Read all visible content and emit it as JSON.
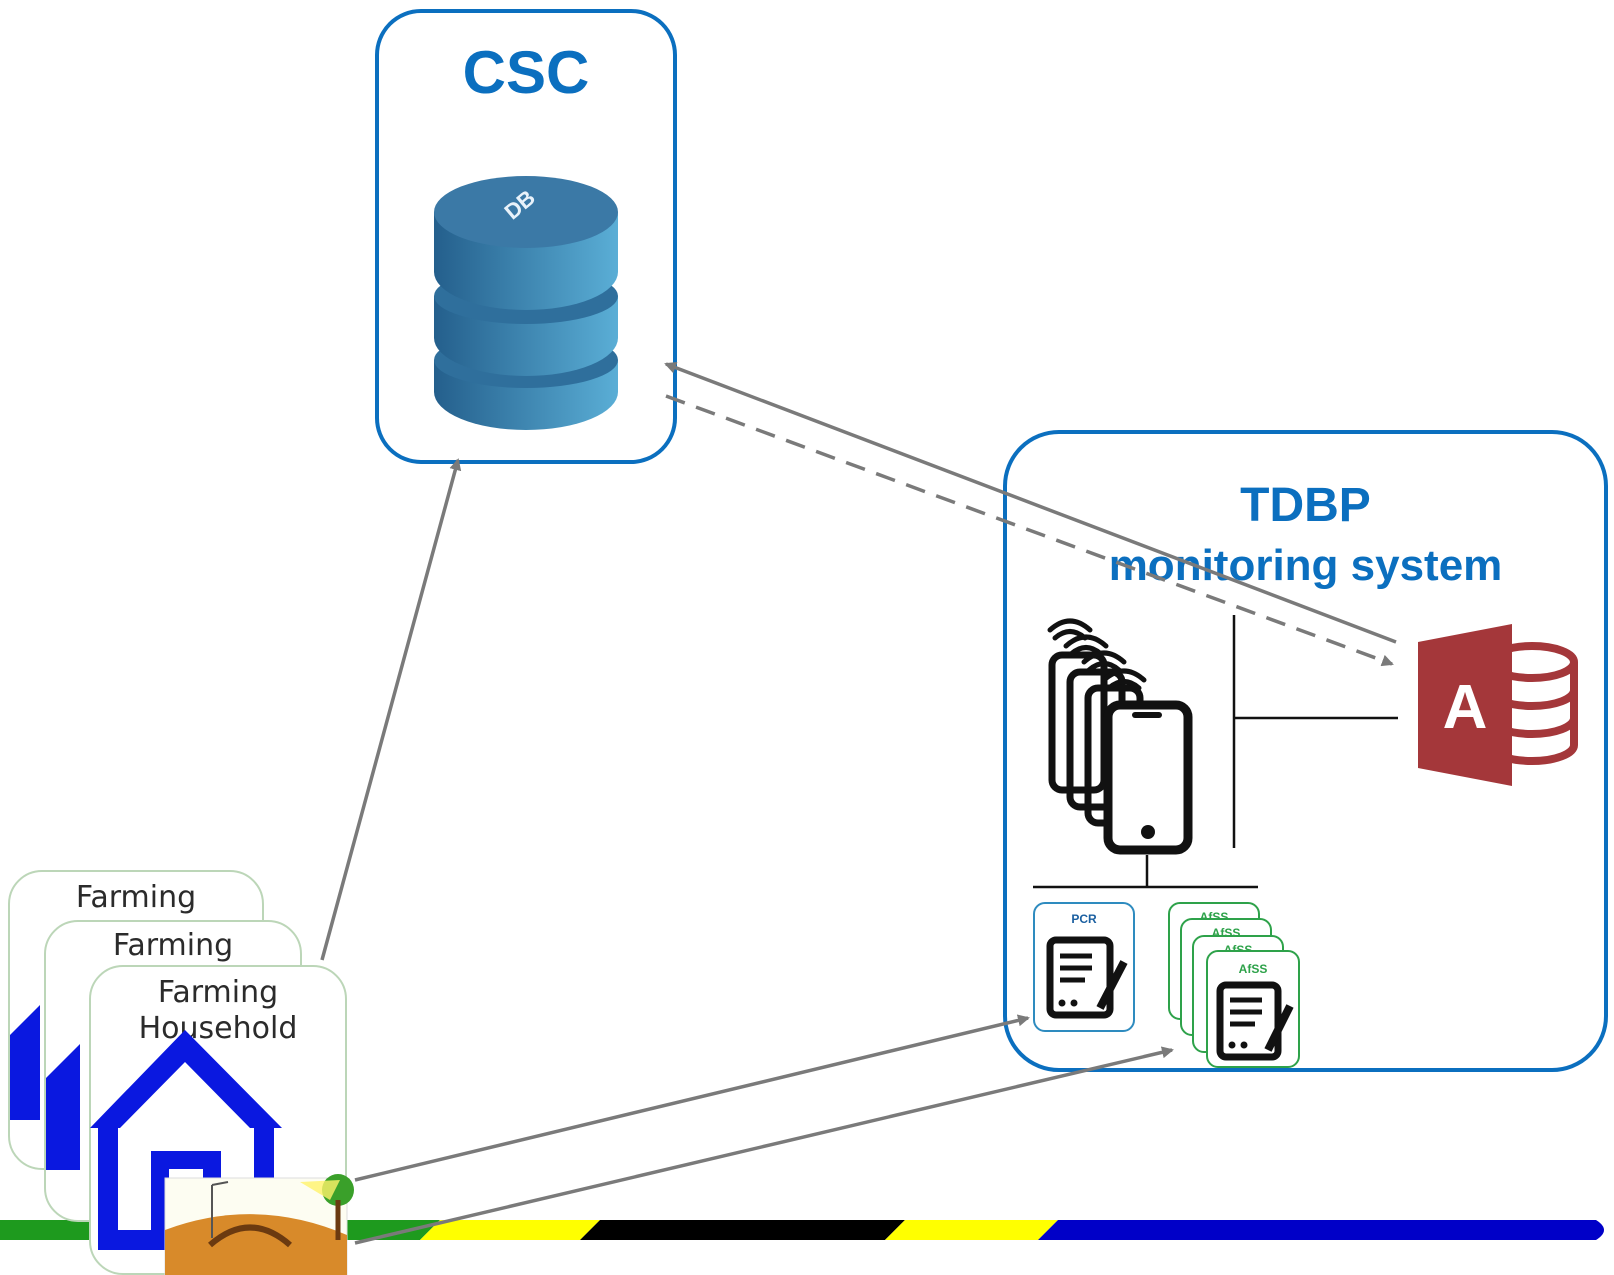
{
  "csc": {
    "title": "CSC",
    "db_label": "DB"
  },
  "tdbp": {
    "title": "TDBP",
    "subtitle": "monitoring system",
    "access_letter": "A"
  },
  "forms": {
    "pcr_tag": "PCR",
    "afss_tag": "AfSS"
  },
  "household": {
    "card_back1": "Farming",
    "card_back2": "Farming",
    "front_line1": "Farming",
    "front_line2": "Household"
  },
  "colors": {
    "box_border": "#0B6FBF",
    "title": "#0B6FBF",
    "arrow": "#7a7a7a",
    "db": "#2f7aa8",
    "access": "#A4373A",
    "house": "#0a18e0",
    "stripe_green": "#1e9a1e",
    "stripe_yellow": "#ffff00",
    "stripe_black": "#000000",
    "stripe_blue": "#0000c8"
  }
}
